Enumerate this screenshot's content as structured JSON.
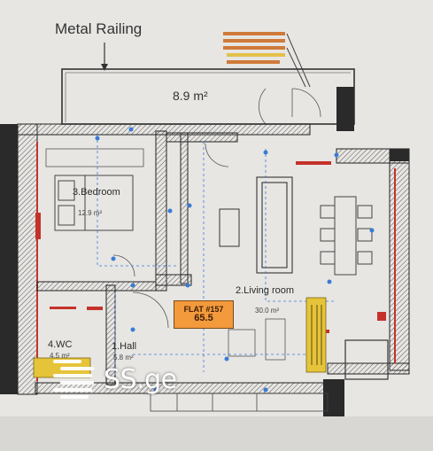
{
  "callout": {
    "text": "Metal Railing"
  },
  "balcony": {
    "area": "8.9 m²"
  },
  "rooms": [
    {
      "key": "bedroom",
      "name": "3.Bedroom",
      "area": "12.9 m²"
    },
    {
      "key": "living",
      "name": "2.Living room",
      "area": "30.0 m²"
    },
    {
      "key": "wc",
      "name": "4.WC",
      "area": "4.5 m²"
    },
    {
      "key": "hall",
      "name": "1.Hall",
      "area": "5.8 m²"
    }
  ],
  "flat": {
    "title": "FLAT #157",
    "value": "65.5"
  },
  "watermark": {
    "text": "SS.ge",
    "logo_icon": "ss-stripes-logo-icon"
  },
  "colors": {
    "paper": "#e7e6e3",
    "wall": "#2a2a2a",
    "accent_orange": "#f39a3c",
    "accent_yellow": "#e6c43a",
    "accent_red": "#c4322a",
    "accent_blue": "#3a7bd5"
  }
}
